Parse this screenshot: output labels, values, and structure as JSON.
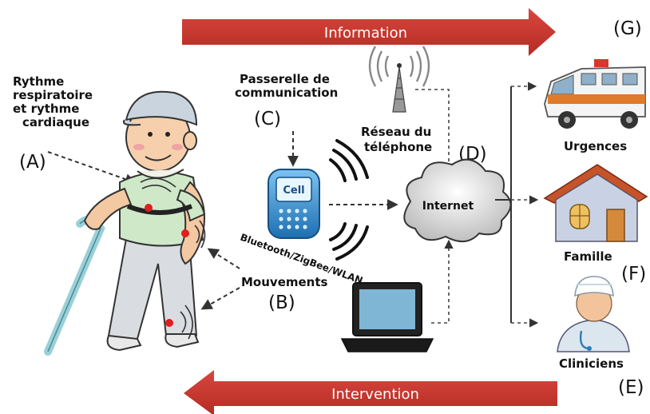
{
  "top_banner": {
    "label": "Information",
    "color": "#c8372f"
  },
  "bottom_banner": {
    "label": "Intervention",
    "color": "#c8372f"
  },
  "labels": {
    "rhythm_line1": "Rythme",
    "rhythm_line2": "respiratoire",
    "rhythm_line3": "et rythme",
    "rhythm_line4": "cardiaque",
    "gateway_line1": "Passerelle de",
    "gateway_line2": "communication",
    "network_line1": "Réseau du",
    "network_line2": "téléphone",
    "internet": "Internet",
    "movements": "Mouvements",
    "bluetooth": "Bluetooth/ZigBee/WLAN",
    "phone_screen": "Cell",
    "emergency": "Urgences",
    "family": "Famille",
    "clinicians": "Cliniciens"
  },
  "letters": {
    "a": "(A)",
    "b": "(B)",
    "c": "(C)",
    "d": "(D)",
    "e": "(E)",
    "f": "(F)",
    "g": "(G)"
  },
  "icons": [
    "elderly-man-icon",
    "cell-phone-icon",
    "radio-tower-icon",
    "cloud-icon",
    "laptop-icon",
    "ambulance-icon",
    "house-icon",
    "nurse-icon",
    "wireless-waves-icon"
  ],
  "colors": {
    "sensor": "#e11d1d",
    "shirt": "#cfe8c8",
    "cap": "#c9d4df",
    "phone": "#3a8fd0"
  }
}
